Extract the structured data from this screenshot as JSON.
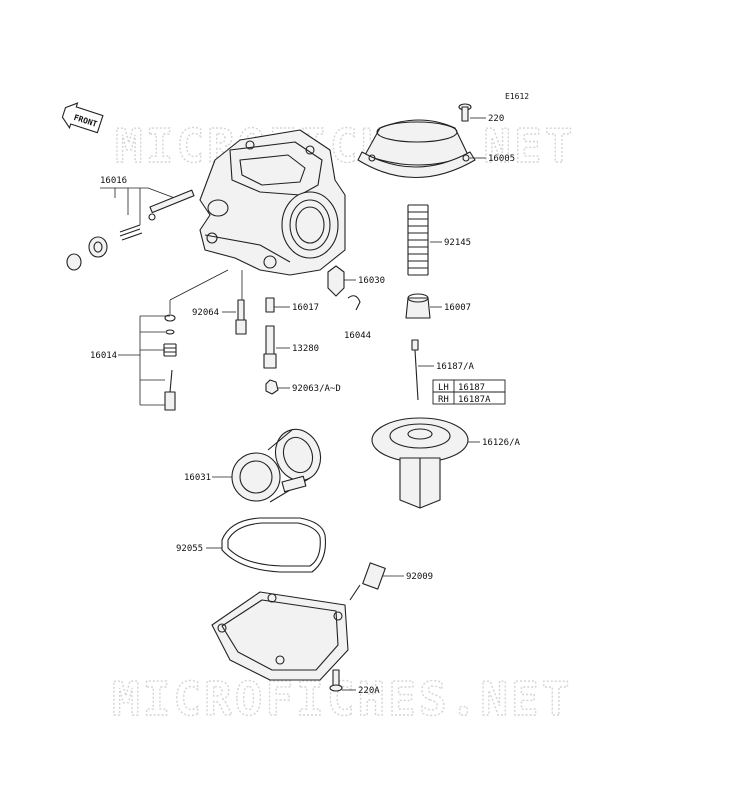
{
  "diagram_code": "E1612",
  "front_label": "FRONT",
  "watermark_top": "MICROFICHES.NET",
  "watermark_bottom": "MICROFICHES.NET",
  "callouts": {
    "c220": "220",
    "c16005": "16005",
    "c16016": "16016",
    "c92145": "92145",
    "c16030": "16030",
    "c16007": "16007",
    "c92064": "92064",
    "c16017": "16017",
    "c16044": "16044",
    "c16014": "16014",
    "c13280": "13280",
    "c16187": "16187/A",
    "c92063": "92063/A~D",
    "c16126": "16126/A",
    "c16031": "16031",
    "c92055": "92055",
    "c92009": "92009",
    "c220a": "220A"
  },
  "side_table": {
    "rows": [
      {
        "side": "LH",
        "part": "16187"
      },
      {
        "side": "RH",
        "part": "16187A"
      }
    ]
  }
}
